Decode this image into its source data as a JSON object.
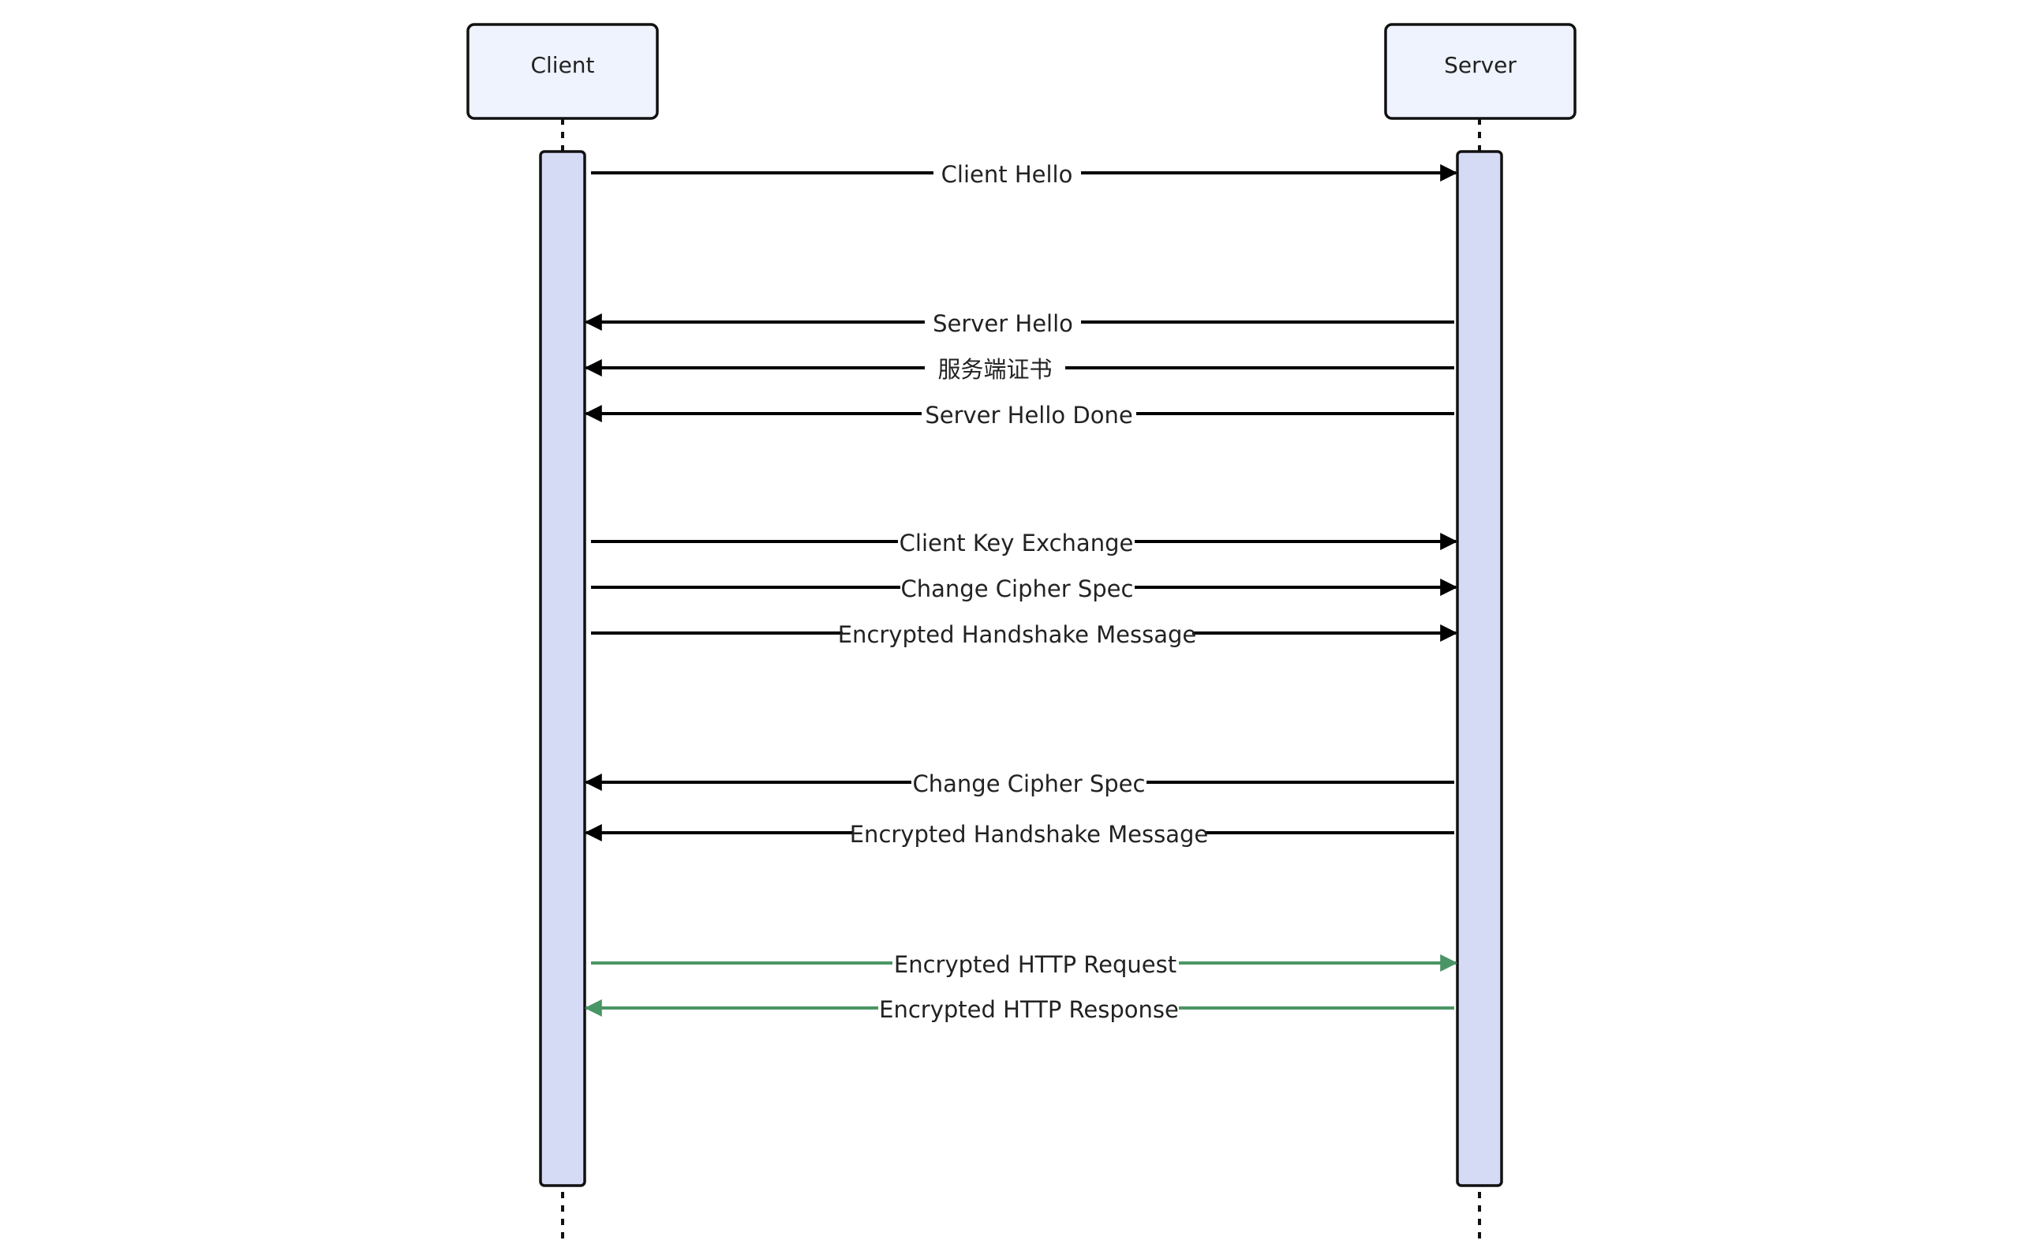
{
  "participants": [
    {
      "id": "client",
      "label": "Client"
    },
    {
      "id": "server",
      "label": "Server"
    }
  ],
  "messages": [
    {
      "label": "Client Hello",
      "from": "client",
      "to": "server",
      "kind": "normal"
    },
    {
      "label": "Server Hello",
      "from": "server",
      "to": "client",
      "kind": "normal"
    },
    {
      "label": "服务端证书",
      "from": "server",
      "to": "client",
      "kind": "normal"
    },
    {
      "label": "Server Hello Done",
      "from": "server",
      "to": "client",
      "kind": "normal"
    },
    {
      "label": "Client Key Exchange",
      "from": "client",
      "to": "server",
      "kind": "normal"
    },
    {
      "label": "Change Cipher Spec",
      "from": "client",
      "to": "server",
      "kind": "normal"
    },
    {
      "label": "Encrypted Handshake Message",
      "from": "client",
      "to": "server",
      "kind": "normal"
    },
    {
      "label": "Change Cipher Spec",
      "from": "server",
      "to": "client",
      "kind": "normal"
    },
    {
      "label": "Encrypted Handshake Message",
      "from": "server",
      "to": "client",
      "kind": "normal"
    },
    {
      "label": "Encrypted HTTP Request",
      "from": "client",
      "to": "server",
      "kind": "data"
    },
    {
      "label": "Encrypted HTTP Response",
      "from": "server",
      "to": "client",
      "kind": "data"
    }
  ],
  "colors": {
    "participant_fill": "#eef3fd",
    "activation_fill": "#d6dbf5",
    "stroke": "#111111",
    "message": "#000000",
    "data_message": "#4a9565"
  }
}
